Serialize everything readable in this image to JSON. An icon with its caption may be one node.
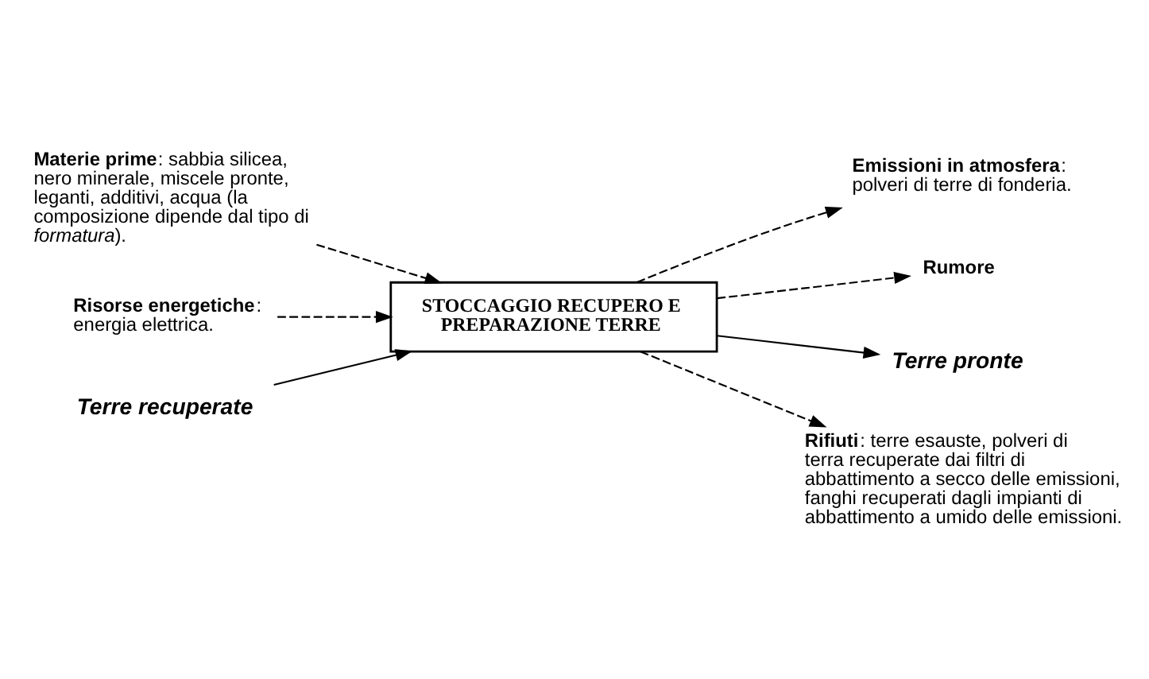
{
  "diagram": {
    "nodes": [
      {
        "text": [
          "**Materie prime**: sabbia silicea, nero minerale, miscele pronte, leganti, additivi, acqua (la composizione dipende dal tipo di *formatura*)."
        ]
      },
      {
        "text": [
          "**Risorse energetiche**: energia elettrica."
        ]
      },
      {
        "text": [
          "**Emissioni in atmosfera**: polveri di terre di fonderia."
        ]
      },
      {
        "text": [
          "Rumore"
        ]
      },
      {
        "text": [
          "Terre recuperate"
        ]
      },
      {
        "text": [
          "STOCCAGGIO RECUPERO E PREPARAZIONE TERRE"
        ]
      },
      {
        "text": [
          "Terre pronte"
        ]
      },
      {
        "text": [
          "**Rifiuti**: terre esauste, polveri di terra recuperate dai filtri di abbattimento a secco delle emissioni, fanghi recuperati dagli impianti di abbattimento a umido delle emissioni."
        ]
      }
    ],
    "edges": [
      {
        "from": 0,
        "to": 5,
        "arrow": "to",
        "style": "dashed"
      },
      {
        "from": 1,
        "to": 5,
        "arrow": "to",
        "style": "dashed"
      },
      {
        "from": 5,
        "to": 2,
        "arrow": "to",
        "style": "dashed"
      },
      {
        "from": 5,
        "to": 3,
        "arrow": "to",
        "style": "dashed"
      },
      {
        "from": 4,
        "to": 5,
        "arrow": "to"
      },
      {
        "from": 5,
        "to": 6,
        "arrow": "to"
      },
      {
        "from": 5,
        "to": 7,
        "arrow": "to",
        "style": "dashed"
      }
    ]
  }
}
